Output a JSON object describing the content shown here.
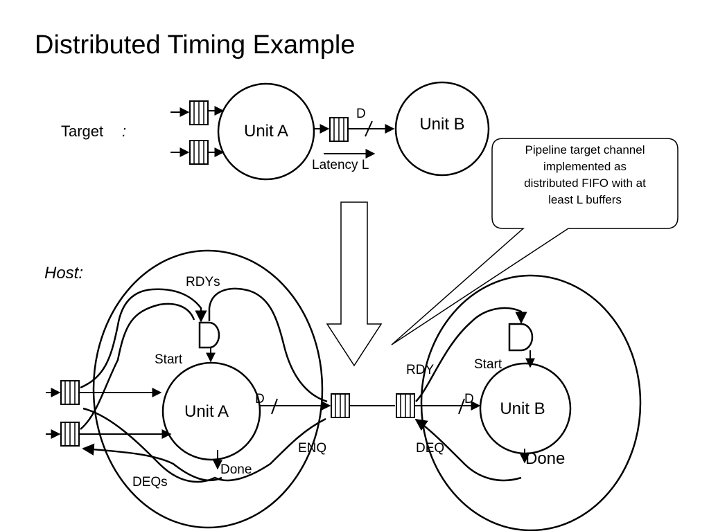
{
  "title": "Distributed Timing Example",
  "target": {
    "label": "Target",
    "unit_a": "Unit A",
    "unit_b": "Unit B",
    "channel_label": "D",
    "latency": "Latency L"
  },
  "callout": {
    "lines": [
      "Pipeline target channel",
      "implemented as",
      "distributed FIFO with at",
      "least L buffers"
    ]
  },
  "host": {
    "label": "Host:",
    "unit_a": "Unit A",
    "unit_b": "Unit B",
    "rdys": "RDYs",
    "start_a": "Start",
    "start_b": "Start",
    "d_a": "D",
    "d_b": "D",
    "rdy": "RDY",
    "enq": "ENQ",
    "deq": "DEQ",
    "deqs": "DEQs",
    "done_a": "Done",
    "done_b": "Done"
  }
}
